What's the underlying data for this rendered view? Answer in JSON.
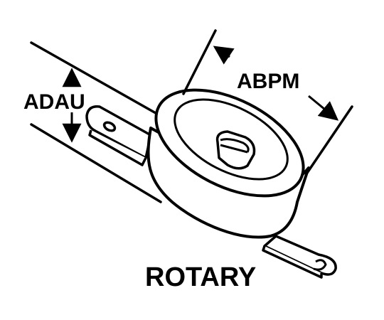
{
  "diagram": {
    "title": "ROTARY",
    "dimensions": {
      "diameter_label": "ABPM",
      "height_label": "ADAU"
    }
  },
  "colors": {
    "ink": "#000000",
    "paper": "#ffffff"
  }
}
